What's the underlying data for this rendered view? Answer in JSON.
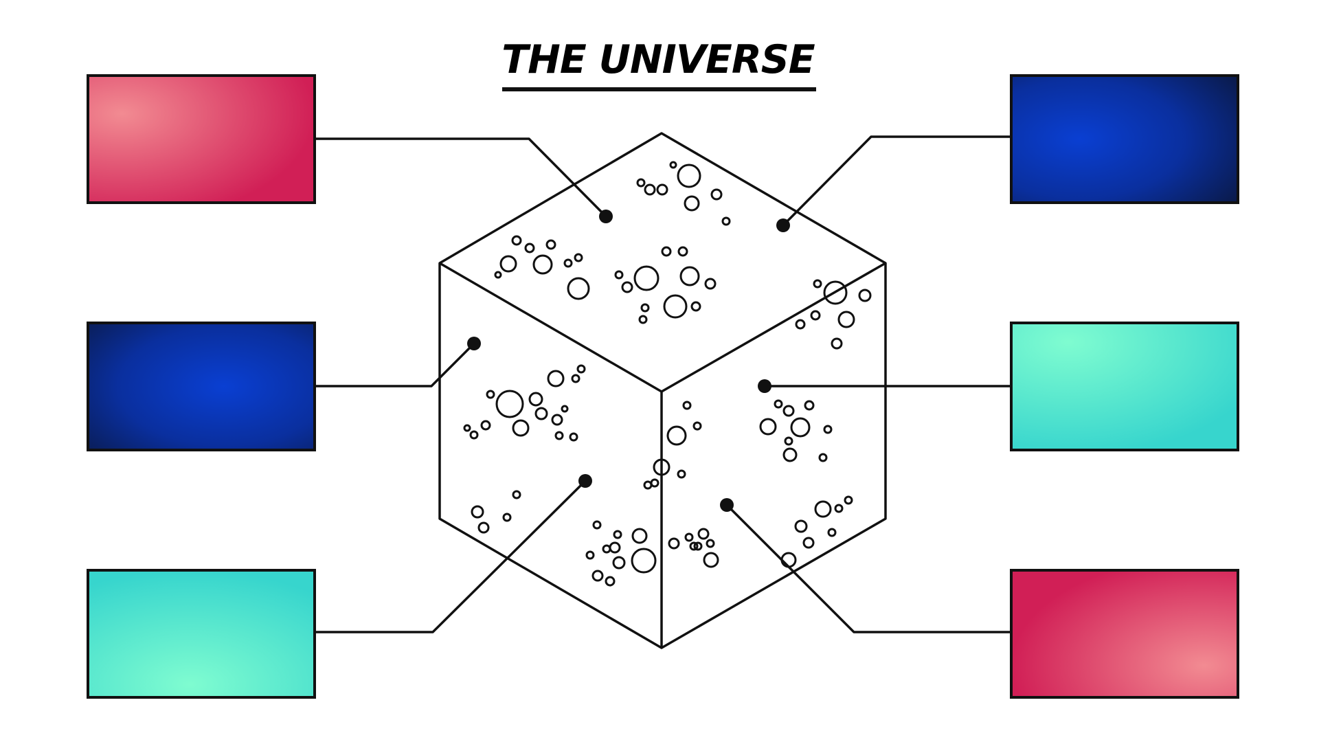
{
  "title": "THE UNIVERSE",
  "colors": {
    "pink_light": "#f28b92",
    "pink_dark": "#d11f56",
    "blue_light": "#0a3fd2",
    "blue_dark": "#0a1a4a",
    "teal_light": "#7ffcd0",
    "teal_dark": "#37d5cd",
    "stroke": "#111111"
  },
  "boxes": [
    {
      "id": "top-left",
      "color_theme": "pink",
      "label": ""
    },
    {
      "id": "middle-left",
      "color_theme": "blue",
      "label": ""
    },
    {
      "id": "bottom-left",
      "color_theme": "teal",
      "label": ""
    },
    {
      "id": "top-right",
      "color_theme": "blue",
      "label": ""
    },
    {
      "id": "middle-right",
      "color_theme": "teal",
      "label": ""
    },
    {
      "id": "bottom-right",
      "color_theme": "pink",
      "label": ""
    }
  ]
}
